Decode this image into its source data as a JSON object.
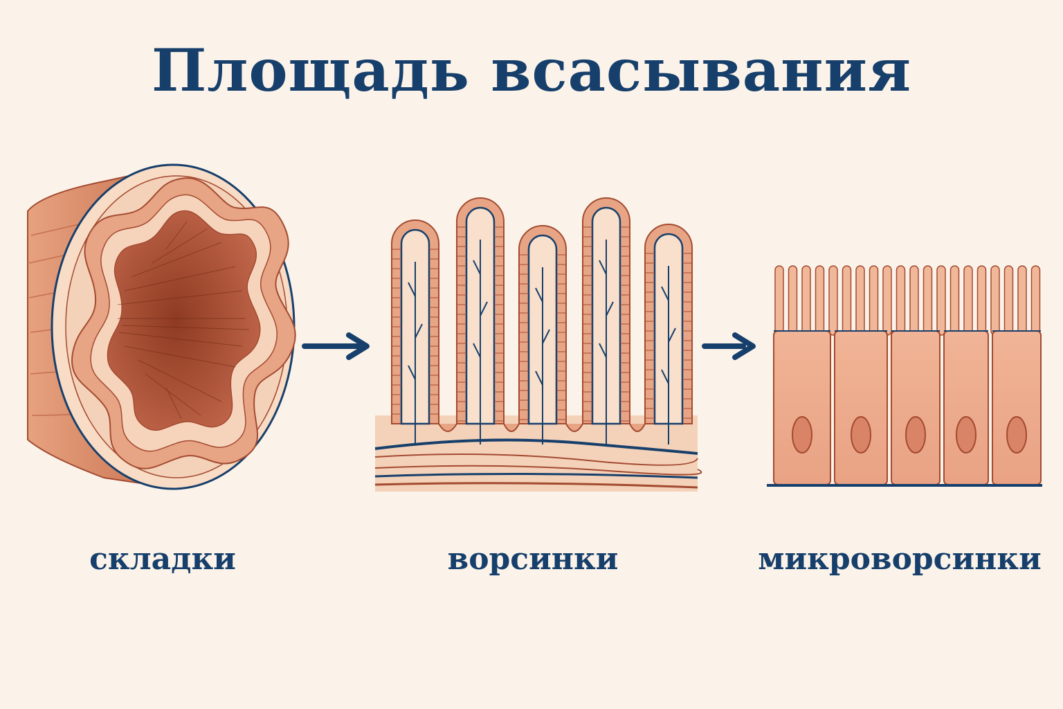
{
  "title": "Площадь всасывания",
  "stages": [
    {
      "id": "folds",
      "label": "складки",
      "icon": "intestine-cross-section-icon"
    },
    {
      "id": "villi",
      "label": "ворсинки",
      "icon": "villi-icon"
    },
    {
      "id": "microvilli",
      "label": "микроворсинки",
      "icon": "microvilli-cells-icon"
    }
  ],
  "colors": {
    "background": "#fbf3ea",
    "text": "#173f6b",
    "tissue_dark": "#a34a30",
    "tissue_mid": "#d98b68",
    "tissue_light": "#f2c8ad",
    "vessel": "#173f6b"
  }
}
